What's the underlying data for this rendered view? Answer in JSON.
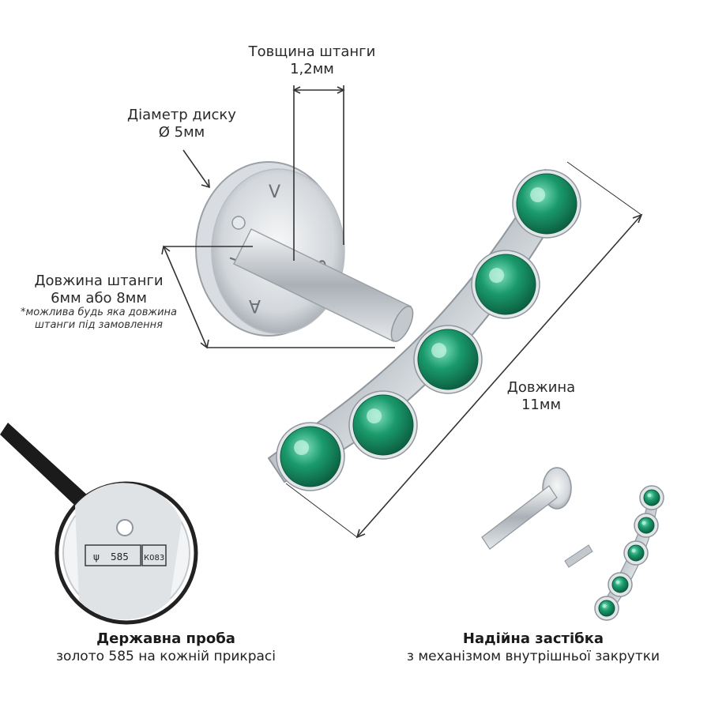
{
  "labels": {
    "rod_thickness": {
      "title": "Товщина штанги",
      "value": "1,2мм"
    },
    "disc_diameter": {
      "title": "Діаметр диску",
      "value": "Ø 5мм"
    },
    "rod_length": {
      "title": "Довжина штанги",
      "value": "6мм або 8мм",
      "note_line1": "*можлива будь яка довжина",
      "note_line2": "штанги під замовлення"
    },
    "length": {
      "title": "Довжина",
      "value": "11мм"
    }
  },
  "stamp": {
    "left": "585",
    "right": "К083"
  },
  "disc_marks": [
    "L",
    "V",
    "S",
    "A"
  ],
  "captions": {
    "hallmark": {
      "title": "Державна проба",
      "subtitle": "золото 585 на кожній прикрасі"
    },
    "clasp": {
      "title": "Надійна застібка",
      "subtitle": "з механізмом внутрішньої закрутки"
    }
  },
  "colors": {
    "gem": "#1a9a6c",
    "metal": "#c9ced3",
    "line": "#333333"
  }
}
